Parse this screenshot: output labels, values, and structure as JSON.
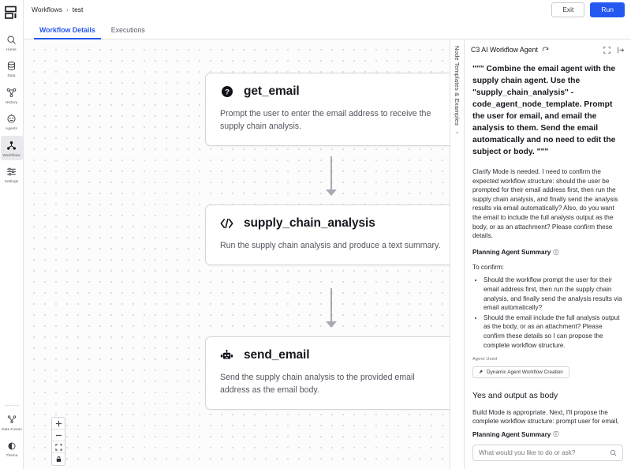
{
  "app": {
    "logo_icon": "c3-logo-icon"
  },
  "sidebar": {
    "items": [
      {
        "label": "Home",
        "icon": "search-icon",
        "active": false
      },
      {
        "label": "Data",
        "icon": "database-icon",
        "active": false
      },
      {
        "label": "History",
        "icon": "history-graph-icon",
        "active": false
      },
      {
        "label": "Agents",
        "icon": "agent-face-icon",
        "active": false
      },
      {
        "label": "Workflows",
        "icon": "workflow-nodes-icon",
        "active": true
      },
      {
        "label": "Settings",
        "icon": "settings-sliders-icon",
        "active": false
      }
    ],
    "bottom_items": [
      {
        "label": "Data Fusion",
        "icon": "data-fusion-icon"
      },
      {
        "label": "Thema",
        "icon": "theme-icon"
      }
    ]
  },
  "header": {
    "breadcrumb": {
      "root": "Workflows",
      "separator": "›",
      "current": "test"
    },
    "exit_label": "Exit",
    "run_label": "Run",
    "tabs": [
      {
        "label": "Workflow Details",
        "active": true
      },
      {
        "label": "Executions",
        "active": false
      }
    ]
  },
  "canvas": {
    "nodes": [
      {
        "id": "get_email",
        "title": "get_email",
        "icon": "question-circle-icon",
        "description": "Prompt the user to enter the email address to receive the supply chain analysis."
      },
      {
        "id": "supply_chain_analysis",
        "title": "supply_chain_analysis",
        "icon": "code-brackets-icon",
        "description": "Run the supply chain analysis and produce a text summary."
      },
      {
        "id": "send_email",
        "title": "send_email",
        "icon": "robot-icon",
        "description": "Send the supply chain analysis to the provided email address as the email body."
      }
    ],
    "controls": [
      {
        "name": "zoom-in-button",
        "glyph": "+"
      },
      {
        "name": "zoom-out-button",
        "glyph": "−"
      },
      {
        "name": "fit-view-button",
        "glyph": "fit"
      },
      {
        "name": "lock-button",
        "glyph": "lock"
      }
    ]
  },
  "rail": {
    "label": "Node Templates & Examples",
    "caret": "‹"
  },
  "chat": {
    "title": "C3 AI Workflow Agent",
    "refresh_icon": "refresh-icon",
    "expand_icon": "expand-icon",
    "collapse_panel_icon": "collapse-panel-icon",
    "messages": [
      {
        "type": "user",
        "text": "\"\"\" Combine the email agent with the supply chain agent. Use the \"supply_chain_analysis\" - code_agent_node_template. Prompt the user for email, and email the analysis to them. Send the email automatically and no need to edit the subject or body. \"\"\""
      },
      {
        "type": "assistant-paragraph",
        "text": "Clarify Mode is needed. I need to confirm the expected workflow structure: should the user be prompted for their email address first, then run the supply chain analysis, and finally send the analysis results via email automatically? Also, do you want the email to include the full analysis output as the body, or as an attachment? Please confirm these details."
      },
      {
        "type": "summary",
        "heading": "Planning Agent Summary",
        "info_icon": "info-icon",
        "intro": "To confirm:",
        "bullets": [
          "Should the workflow prompt the user for their email address first, then run the supply chain analysis, and finally send the analysis results via email automatically?",
          "Should the email include the full analysis output as the body, or as an attachment? Please confirm these details so I can propose the complete workflow structure."
        ],
        "agent_used_label": "Agent Used",
        "agent_chip": "Dynamic Agent Workflow Creation",
        "agent_chip_icon": "wrench-icon"
      },
      {
        "type": "user-answer",
        "text": "Yes and output as body"
      },
      {
        "type": "assistant-paragraph",
        "text": "Build Mode is appropriate. Next, I'll propose the complete workflow structure: prompt user for email, run supply chain analysis, and email the analysis output as the body to the provided address, with all data flow and node/template details."
      }
    ],
    "footer": {
      "heading": "Planning Agent Summary",
      "info_icon": "info-icon",
      "input_placeholder": "What would you like to do or ask?",
      "search_icon": "search-icon"
    }
  },
  "colors": {
    "accent": "#2458f0",
    "border": "#e1e1e6",
    "node_border": "#d4d4dc",
    "connector": "#a9a9b3",
    "muted_text": "#55555f"
  }
}
